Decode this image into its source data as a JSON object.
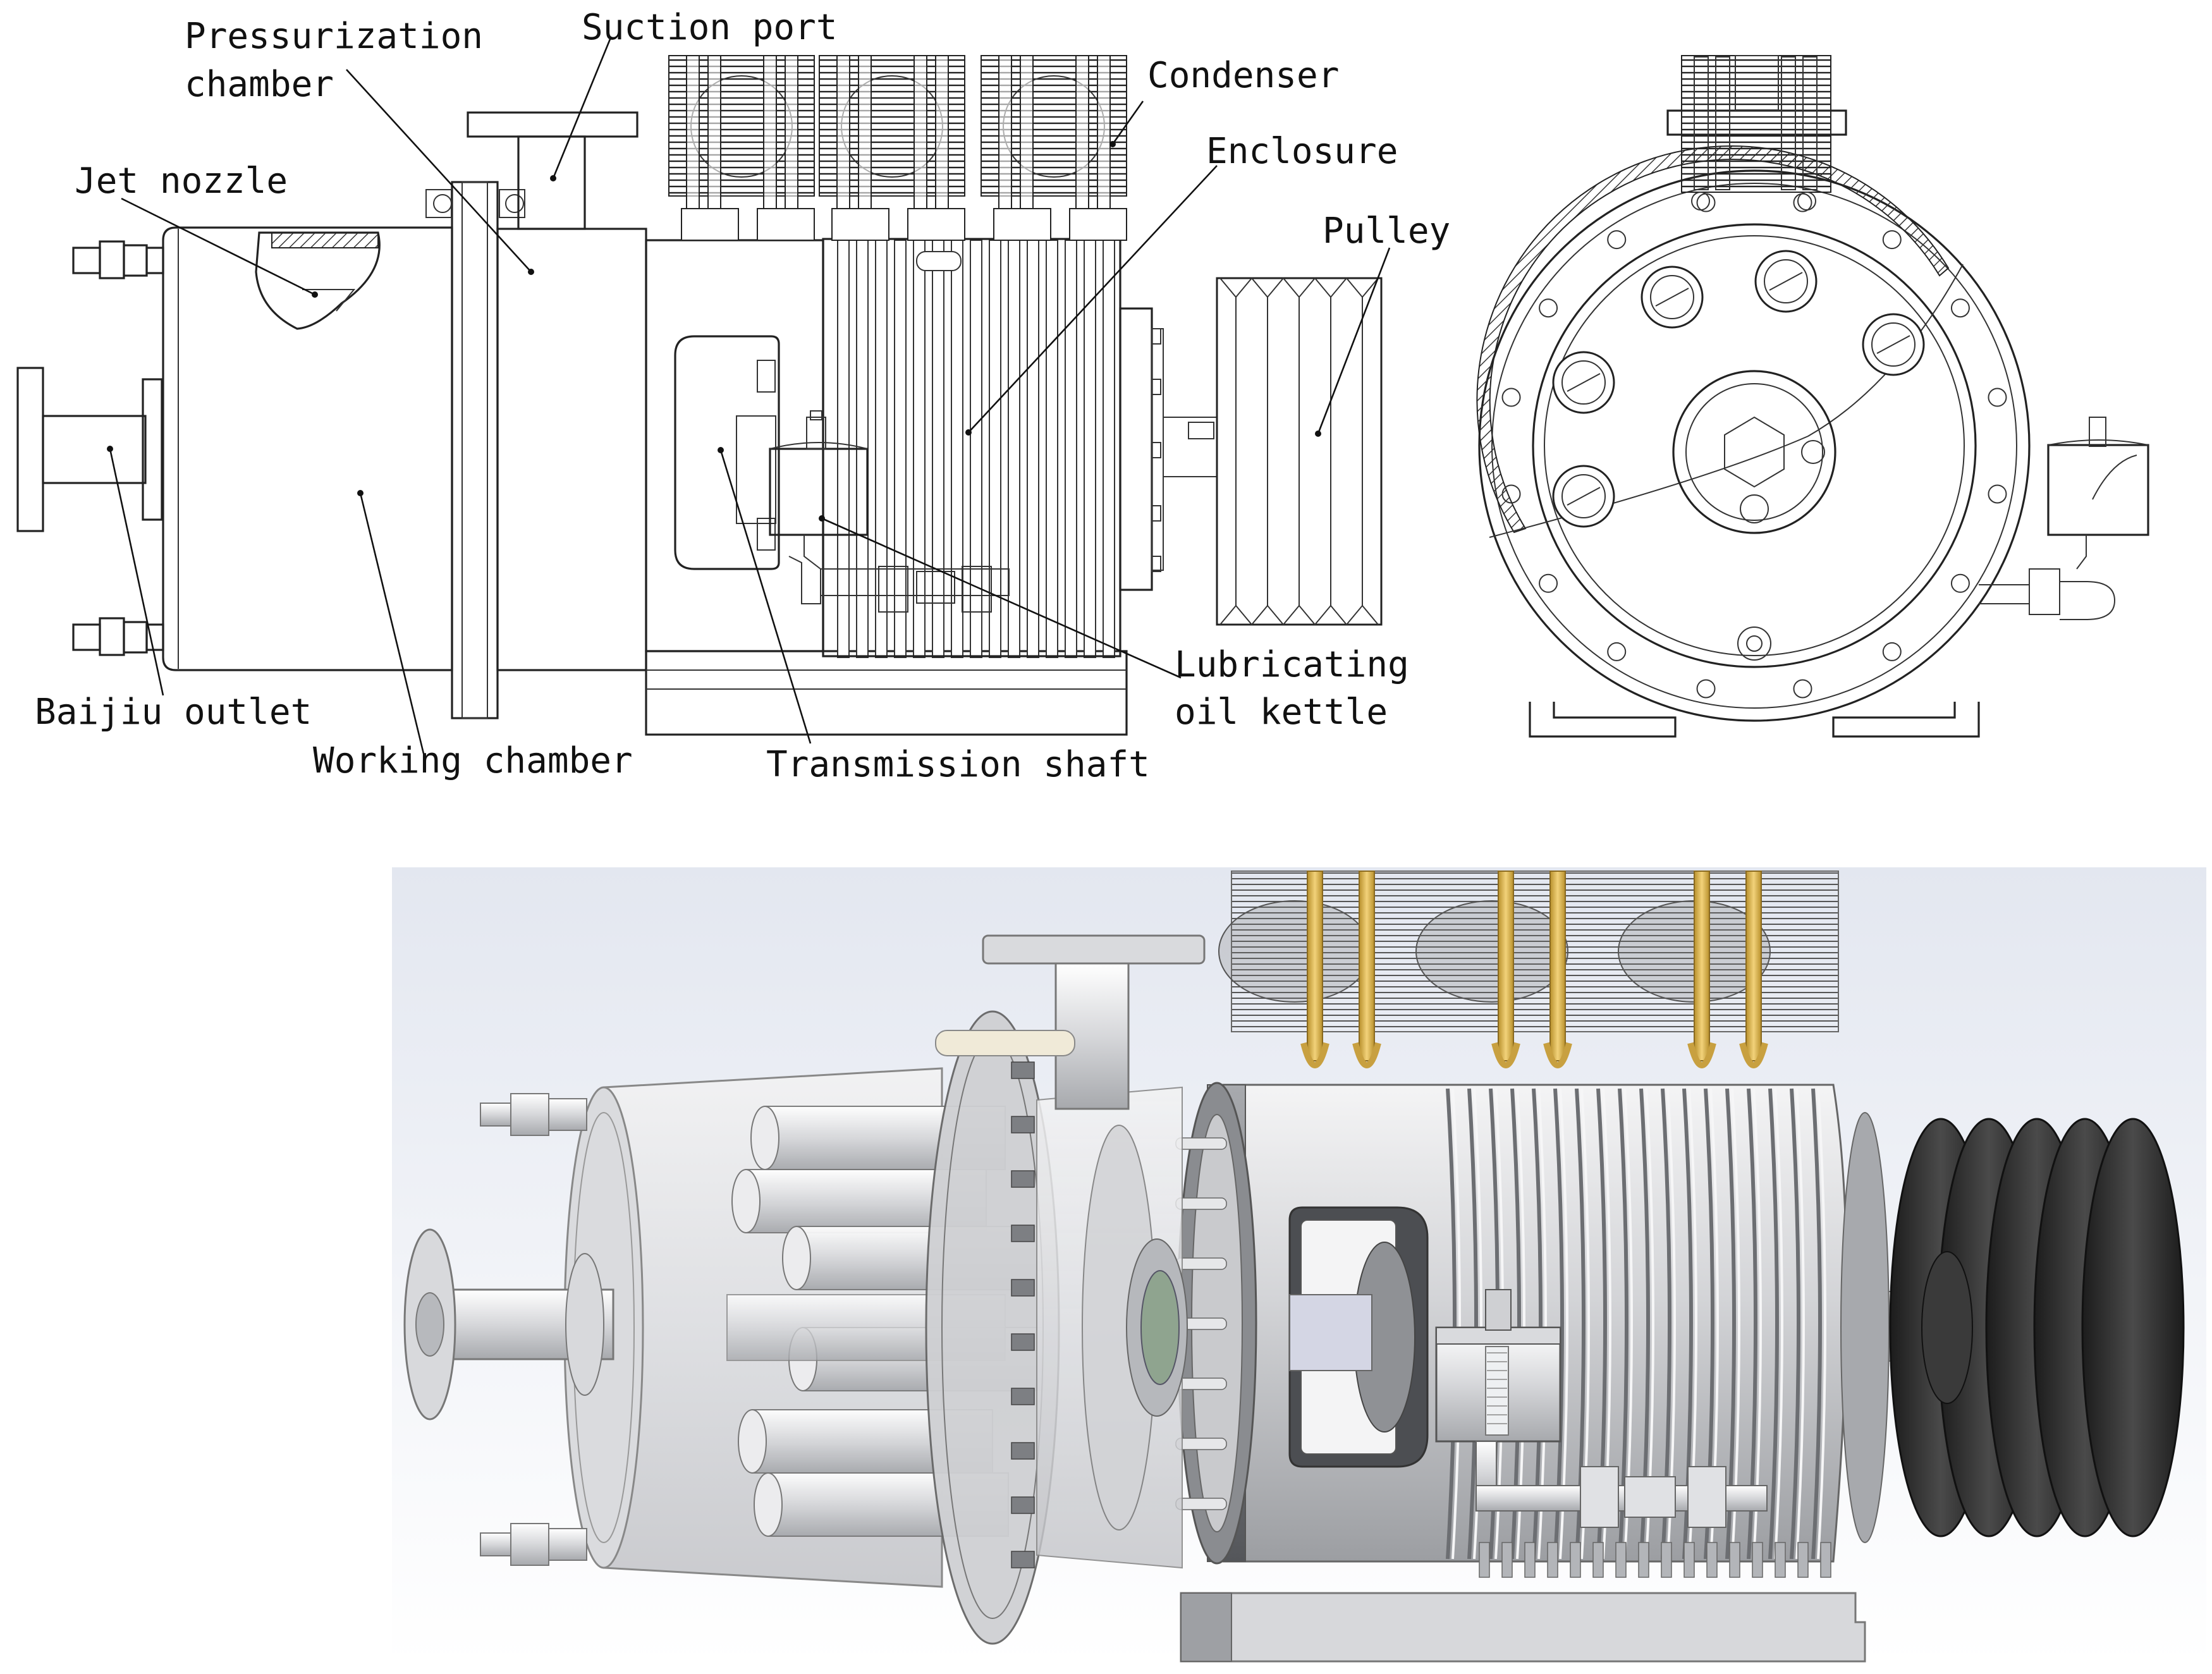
{
  "labels": {
    "pressurization_chamber_l1": "Pressurization",
    "pressurization_chamber_l2": "chamber",
    "suction_port": "Suction port",
    "condenser": "Condenser",
    "enclosure": "Enclosure",
    "jet_nozzle": "Jet nozzle",
    "pulley": "Pulley",
    "lubricating_oil_kettle_l1": "Lubricating",
    "lubricating_oil_kettle_l2": "oil kettle",
    "baijiu_outlet": "Baijiu outlet",
    "working_chamber": "Working chamber",
    "transmission_shaft": "Transmission shaft"
  },
  "colors": {
    "line": "#222222",
    "render_steel_light": "#e8e8ea",
    "render_steel_mid": "#b9bbbf",
    "render_steel_dark": "#6d6f73",
    "render_pulley": "#2b2b2b",
    "render_brass": "#d8b24a",
    "render_background_top": "#e9ecf4",
    "render_background_bottom": "#ffffff"
  }
}
